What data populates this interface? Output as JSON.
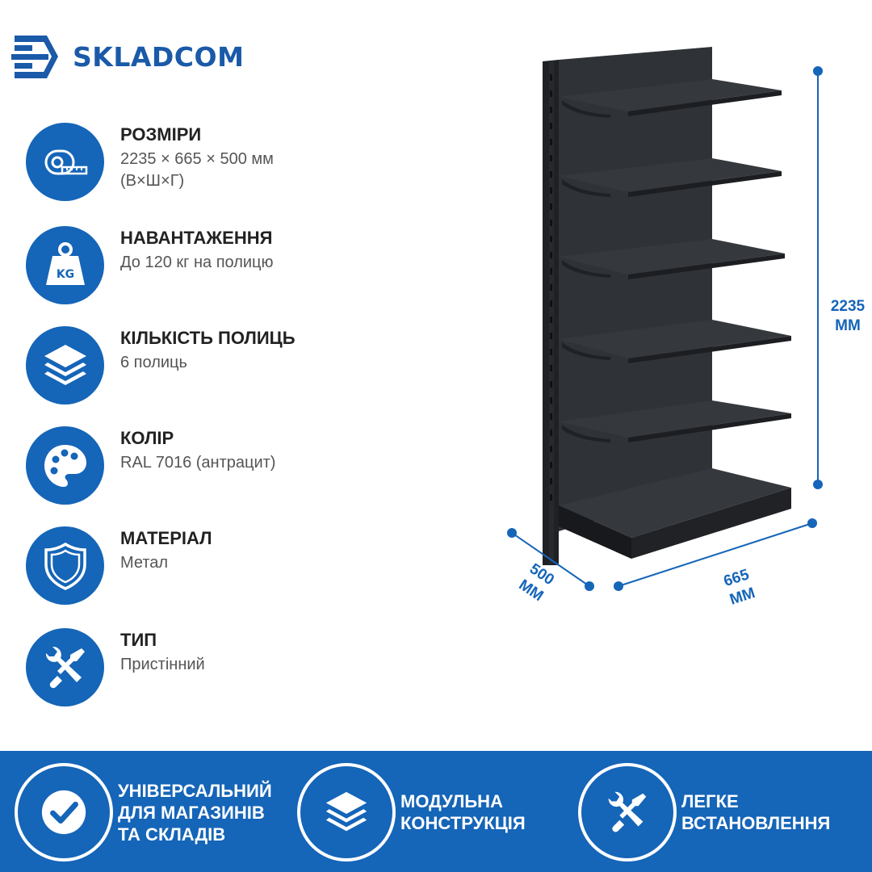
{
  "brand": {
    "name": "SKLADCOM",
    "color": "#1a5aa8"
  },
  "specs": [
    {
      "icon": "tape-measure-icon",
      "title": "РОЗМІРИ",
      "value": "2235 × 665 × 500 мм\n(В×Ш×Г)"
    },
    {
      "icon": "weight-kg-icon",
      "title": "НАВАНТАЖЕННЯ",
      "value": "До 120 кг на полицю"
    },
    {
      "icon": "layers-icon",
      "title": "КІЛЬКІСТЬ ПОЛИЦЬ",
      "value": "6 полиць"
    },
    {
      "icon": "palette-icon",
      "title": "КОЛІР",
      "value": "RAL 7016 (антрацит)"
    },
    {
      "icon": "shield-icon",
      "title": "МАТЕРІАЛ",
      "value": "Метал"
    },
    {
      "icon": "tools-icon",
      "title": "ТИП",
      "value": "Пристінний"
    }
  ],
  "dimensions": {
    "height": {
      "value": "2235",
      "unit": "MM"
    },
    "width": {
      "value": "665",
      "unit": "MM"
    },
    "depth": {
      "value": "500",
      "unit": "MM"
    }
  },
  "features": [
    {
      "icon": "checkmark-icon",
      "label": "УНІВЕРСАЛЬНИЙ\nДЛЯ МАГАЗИНІВ\nТА СКЛАДІВ"
    },
    {
      "icon": "layers-icon",
      "label": "МОДУЛЬНА\nКОНСТРУКЦІЯ"
    },
    {
      "icon": "tools-icon",
      "label": "ЛЕГКЕ\nВСТАНОВЛЕННЯ"
    }
  ],
  "colors": {
    "accent": "#1565b8",
    "shelf": "#2b2e33"
  }
}
